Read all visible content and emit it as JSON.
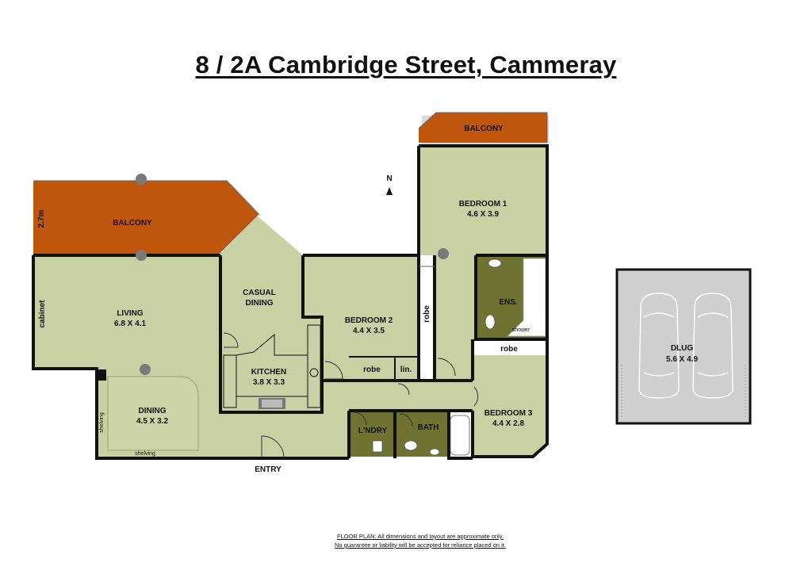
{
  "title": "8 / 2A Cambridge Street, Cammeray",
  "north_label": "N",
  "rooms": {
    "balcony_main": "BALCONY",
    "balcony_bed1": "BALCONY",
    "balcony_height": "2.7m",
    "bedroom1_name": "BEDROOM 1",
    "bedroom1_size": "4.6 X 3.9",
    "bedroom2_name": "BEDROOM 2",
    "bedroom2_size": "4.4 X 3.5",
    "bedroom3_name": "BEDROOM 3",
    "bedroom3_size": "4.4 X 2.8",
    "living_name": "LIVING",
    "living_size": "6.8 X 4.1",
    "dining_name": "DINING",
    "dining_size": "4.5 X 3.2",
    "casual_dining_line1": "CASUAL",
    "casual_dining_line2": "DINING",
    "kitchen_name": "KITCHEN",
    "kitchen_size": "3.8 X 3.3",
    "ensuite": "ENS.",
    "shower": "shower",
    "robe_bed1": "robe",
    "robe_bed2": "robe",
    "robe_bed3": "robe",
    "linen": "lin.",
    "laundry": "L'NDRY",
    "bath": "BATH",
    "cabinet": "cabinet",
    "shelving_side": "shelving",
    "shelving_bottom": "shelving",
    "entry": "ENTRY",
    "dlug_name": "DLUG",
    "dlug_size": "5.6 X 4.9"
  },
  "disclaimer": {
    "line1": "FLOOR PLAN: All dimensions and layout are approximate only.",
    "line2": "No guarantee or liability will be accepted for reliance placed on it."
  },
  "colors": {
    "room_fill": "#c9d0a3",
    "balcony_fill": "#c0560b",
    "wet_area_fill": "#6e7332",
    "garage_fill": "#cfcfcf",
    "wall": "#111111"
  }
}
